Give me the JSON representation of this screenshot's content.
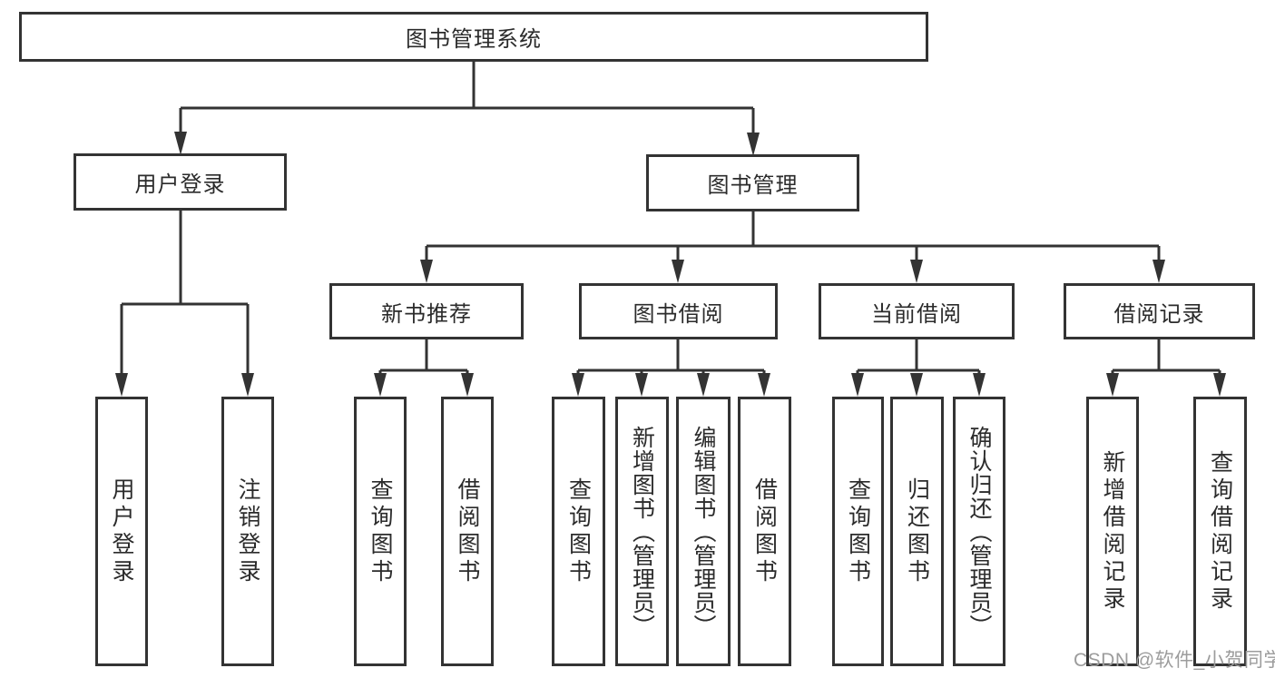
{
  "diagram": {
    "type": "tree",
    "root": {
      "label": "图书管理系统",
      "children": [
        {
          "label": "用户登录",
          "children": [
            {
              "label": "用户登录"
            },
            {
              "label": "注销登录"
            }
          ]
        },
        {
          "label": "图书管理",
          "children": [
            {
              "label": "新书推荐",
              "children": [
                {
                  "label": "查询图书"
                },
                {
                  "label": "借阅图书"
                }
              ]
            },
            {
              "label": "图书借阅",
              "children": [
                {
                  "label": "查询图书"
                },
                {
                  "label": "新增图书（管理员）"
                },
                {
                  "label": "编辑图书（管理员）"
                },
                {
                  "label": "借阅图书"
                }
              ]
            },
            {
              "label": "当前借阅",
              "children": [
                {
                  "label": "查询图书"
                },
                {
                  "label": "归还图书"
                },
                {
                  "label": "确认归还（管理员）"
                }
              ]
            },
            {
              "label": "借阅记录",
              "children": [
                {
                  "label": "新增借阅记录"
                },
                {
                  "label": "查询借阅记录"
                }
              ]
            }
          ]
        }
      ]
    }
  },
  "watermark": {
    "text": "CSDN @软件_小贺同学",
    "color": "#9c9c9c"
  },
  "colors": {
    "line": "#333333",
    "text": "#2b2b2b",
    "background": "#ffffff"
  }
}
